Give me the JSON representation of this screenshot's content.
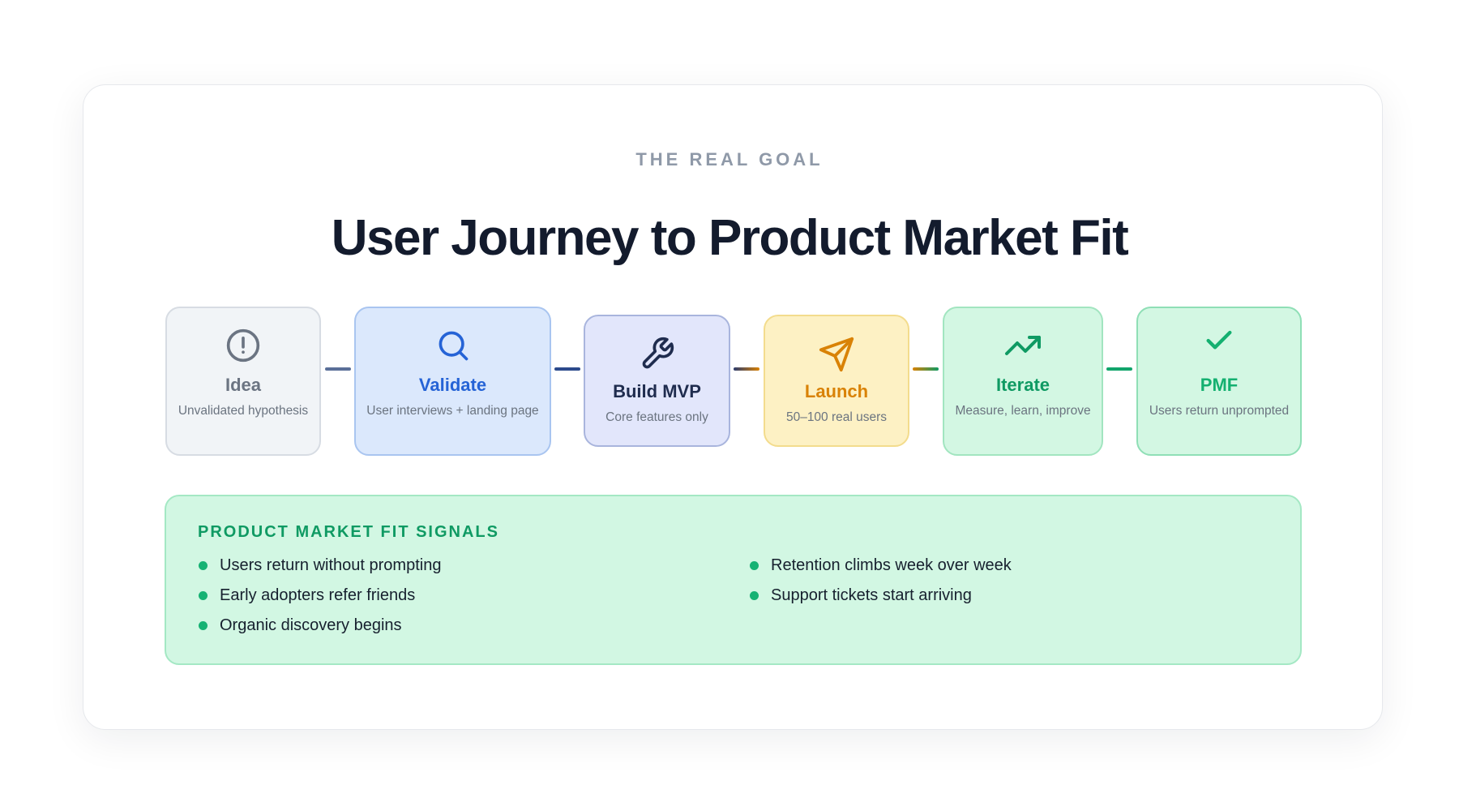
{
  "eyebrow": "THE REAL GOAL",
  "title": "User Journey to Product Market Fit",
  "steps": [
    {
      "icon": "exclamation-circle-icon",
      "name": "Idea",
      "desc": "Unvalidated hypothesis",
      "color": "#6b7482",
      "bg": "#f1f4f7",
      "border": "#d7dce3"
    },
    {
      "icon": "search-icon",
      "name": "Validate",
      "desc": "User interviews + landing page",
      "color": "#2563d6",
      "bg": "#dbe8fc",
      "border": "#a9c5f0"
    },
    {
      "icon": "wrench-icon",
      "name": "Build MVP",
      "desc": "Core features only",
      "color": "#1f2c4e",
      "bg": "#e2e6fb",
      "border": "#a9b5dd"
    },
    {
      "icon": "send-icon",
      "name": "Launch",
      "desc": "50–100 real users",
      "color": "#d98206",
      "bg": "#fdf1c4",
      "border": "#f3dc8d"
    },
    {
      "icon": "trending-up-icon",
      "name": "Iterate",
      "desc": "Measure, learn, improve",
      "color": "#0f9a63",
      "bg": "#d3f7e3",
      "border": "#a2e5c0"
    },
    {
      "icon": "check-icon",
      "name": "PMF",
      "desc": "Users return unprompted",
      "color": "#14b070",
      "bg": "#d3f7e3",
      "border": "#8fdfb6"
    }
  ],
  "signals": {
    "title": "PRODUCT MARKET FIT SIGNALS",
    "items": [
      "Users return without prompting",
      "Early adopters refer friends",
      "Organic discovery begins",
      "Retention climbs week over week",
      "Support tickets start arriving"
    ]
  }
}
